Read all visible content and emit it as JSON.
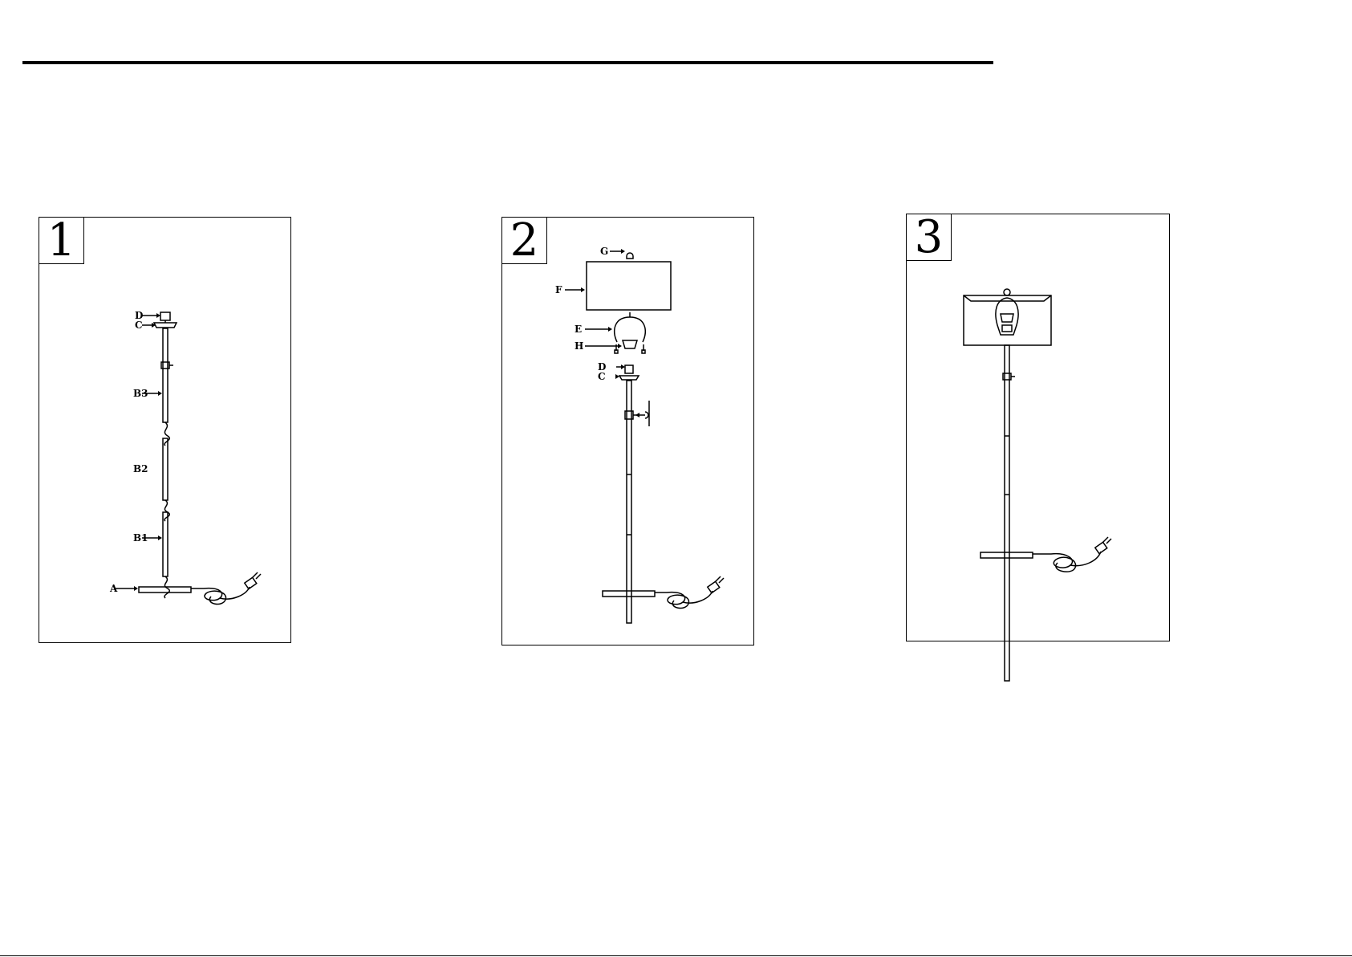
{
  "steps": [
    {
      "number": "1",
      "labels": {
        "d": "D",
        "c": "C",
        "b3": "B3",
        "b2": "B2",
        "b1": "B1",
        "a": "A"
      }
    },
    {
      "number": "2",
      "labels": {
        "g": "G",
        "f": "F",
        "e": "E",
        "h": "H",
        "d": "D",
        "c": "C"
      }
    },
    {
      "number": "3",
      "labels": {}
    }
  ]
}
